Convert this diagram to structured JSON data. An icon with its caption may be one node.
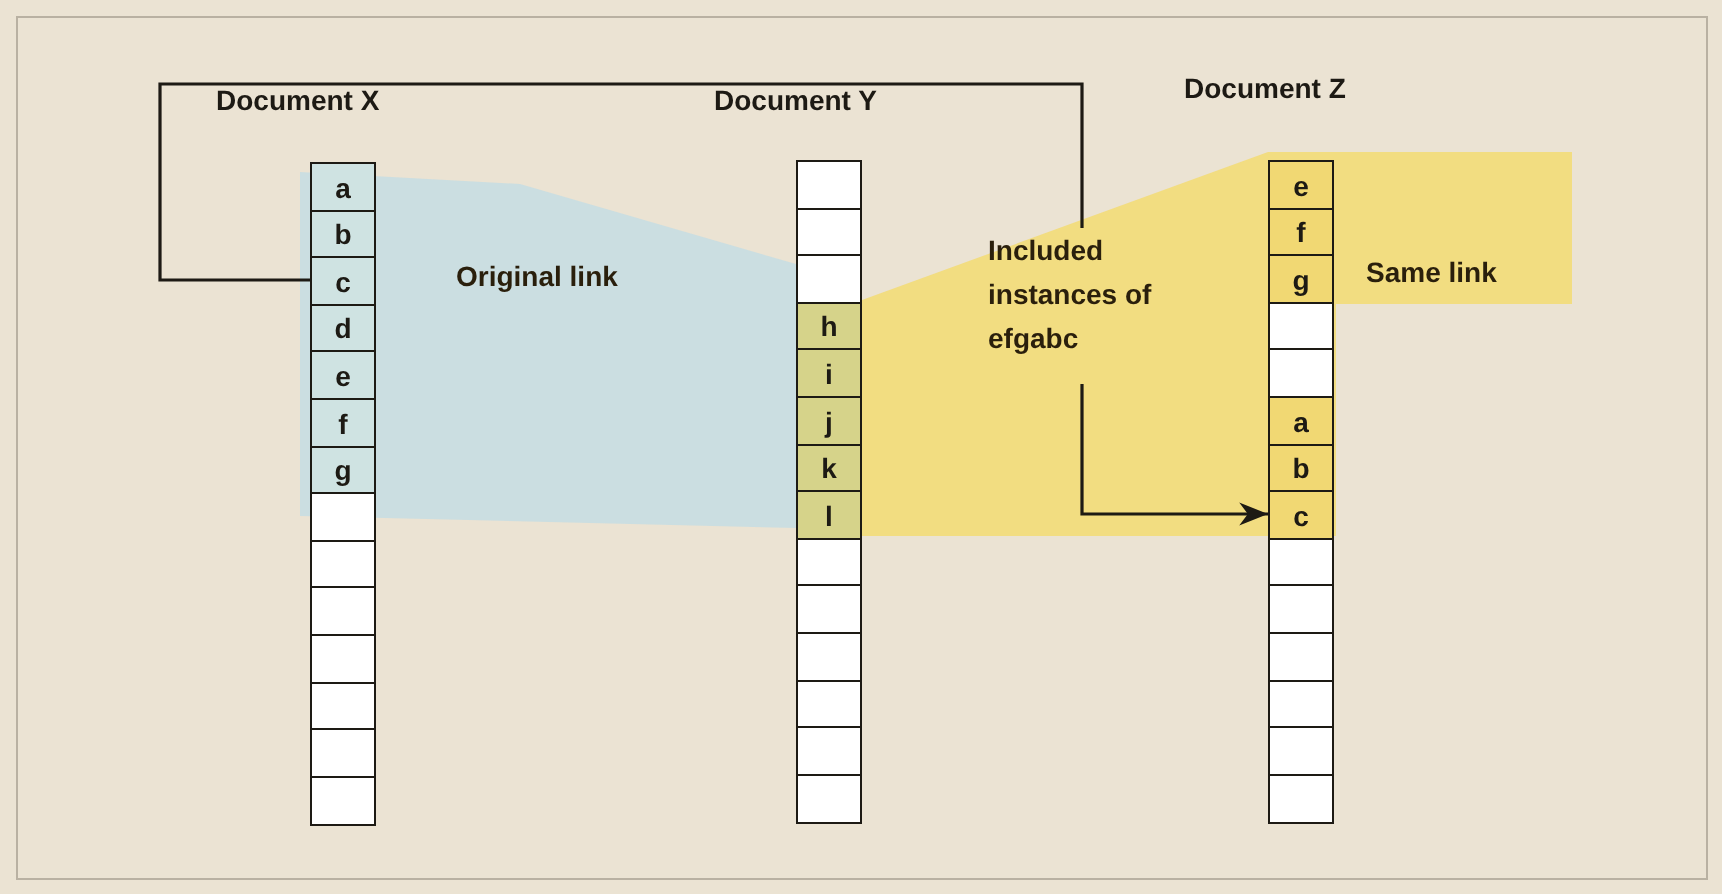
{
  "diagram": {
    "nodes": [
      {
        "text": [
          "Document X"
        ]
      },
      {
        "text": [
          "a"
        ],
        "in": 0
      },
      {
        "text": [
          "b"
        ],
        "in": 0
      },
      {
        "text": [
          "c"
        ],
        "in": 0
      },
      {
        "text": [
          "d"
        ],
        "in": 0
      },
      {
        "text": [
          "e"
        ],
        "in": 0
      },
      {
        "text": [
          "f"
        ],
        "in": 0
      },
      {
        "text": [
          "g"
        ],
        "in": 0
      },
      {
        "text": [],
        "shape": "box",
        "in": 0
      },
      {
        "text": [],
        "shape": "box",
        "in": 0
      },
      {
        "text": [],
        "shape": "box",
        "in": 0
      },
      {
        "text": [],
        "shape": "box",
        "in": 0
      },
      {
        "text": [],
        "shape": "box",
        "in": 0
      },
      {
        "text": [],
        "shape": "box",
        "in": 0
      },
      {
        "text": [],
        "shape": "box",
        "in": 0
      },
      {
        "text": [
          "Document Y"
        ]
      },
      {
        "text": [],
        "shape": "box",
        "in": 15
      },
      {
        "text": [],
        "shape": "box",
        "in": 15
      },
      {
        "text": [],
        "shape": "box",
        "in": 15
      },
      {
        "text": [
          "h"
        ],
        "in": 15
      },
      {
        "text": [
          "i"
        ],
        "in": 15
      },
      {
        "text": [
          "j"
        ],
        "in": 15
      },
      {
        "text": [
          "k"
        ],
        "in": 15
      },
      {
        "text": [
          "l"
        ],
        "in": 15
      },
      {
        "text": [],
        "shape": "box",
        "in": 15
      },
      {
        "text": [],
        "shape": "box",
        "in": 15
      },
      {
        "text": [],
        "shape": "box",
        "in": 15
      },
      {
        "text": [],
        "shape": "box",
        "in": 15
      },
      {
        "text": [],
        "shape": "box",
        "in": 15
      },
      {
        "text": [],
        "shape": "box",
        "in": 15
      },
      {
        "text": [
          "Document Z"
        ]
      },
      {
        "text": [
          "e"
        ],
        "in": 30
      },
      {
        "text": [
          "f"
        ],
        "in": 30
      },
      {
        "text": [
          "g"
        ],
        "in": 30
      },
      {
        "text": [],
        "shape": "box",
        "in": 30
      },
      {
        "text": [],
        "shape": "box",
        "in": 30
      },
      {
        "text": [
          "a"
        ],
        "in": 30
      },
      {
        "text": [
          "b"
        ],
        "in": 30
      },
      {
        "text": [
          "c"
        ],
        "in": 30
      },
      {
        "text": [],
        "shape": "box",
        "in": 30
      },
      {
        "text": [],
        "shape": "box",
        "in": 30
      },
      {
        "text": [],
        "shape": "box",
        "in": 30
      },
      {
        "text": [],
        "shape": "box",
        "in": 30
      },
      {
        "text": [],
        "shape": "box",
        "in": 30
      },
      {
        "text": [],
        "shape": "box",
        "in": 30
      },
      {
        "text": [
          "Included instances of efgabc"
        ]
      }
    ],
    "edges": [
      {
        "from": 3,
        "to": 45,
        "arrow": "none"
      },
      {
        "from": 45,
        "to": 38,
        "arrow": "to"
      }
    ],
    "labels": [
      "Original link",
      "Same link"
    ]
  }
}
